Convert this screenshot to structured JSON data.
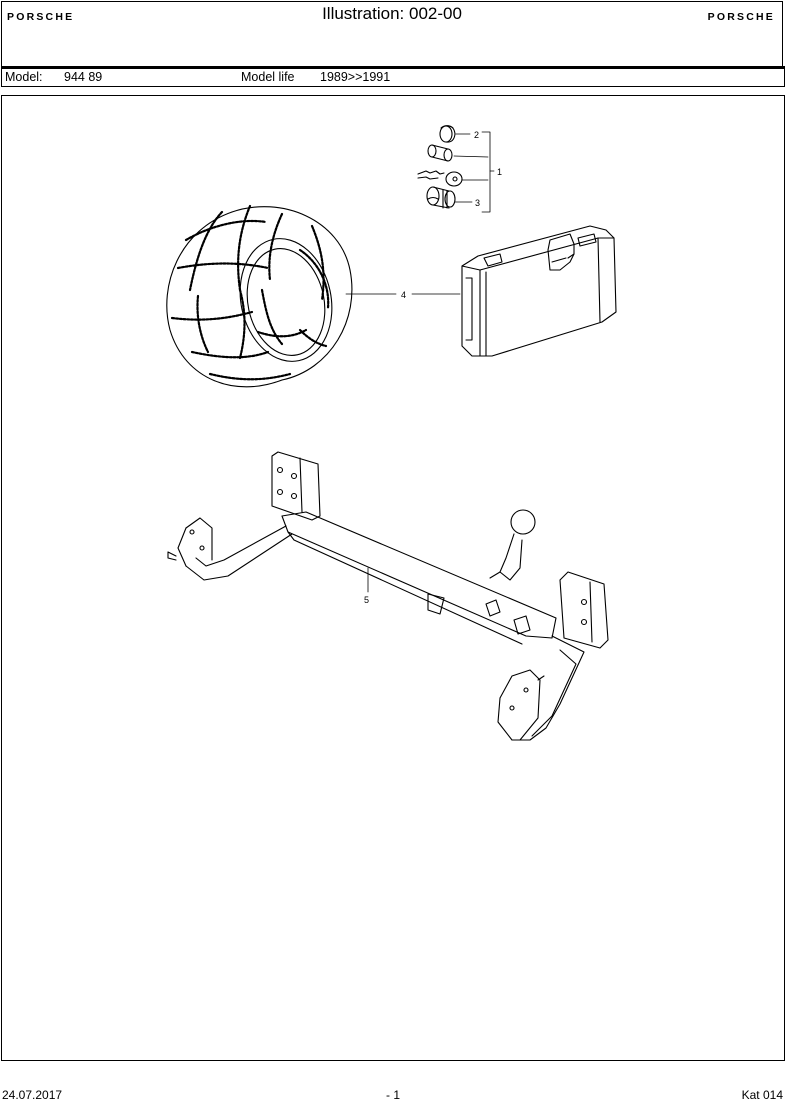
{
  "header": {
    "brand_left": "PORSCHE",
    "title": "Illustration: 002-00",
    "brand_right": "PORSCHE"
  },
  "model": {
    "model_label": "Model:",
    "model_value": "944 89",
    "life_label": "Model life",
    "life_value": "1989>>1991"
  },
  "callouts": {
    "c1": "1",
    "c2": "2",
    "c3": "3",
    "c4": "4",
    "c5": "5"
  },
  "footer": {
    "date": "24.07.2017",
    "page": "- 1",
    "catalog": "Kat 014"
  }
}
